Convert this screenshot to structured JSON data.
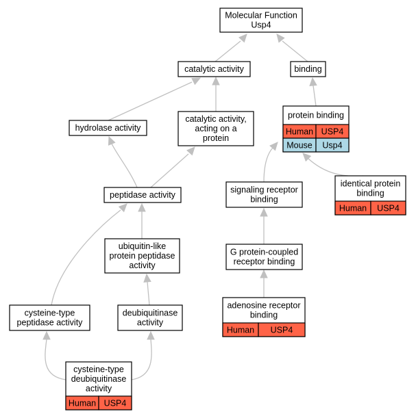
{
  "colors": {
    "human": "#ff6347",
    "mouse": "#add8e6",
    "edge": "#c0c0c0",
    "border": "#000000"
  },
  "nodes": {
    "mf": [
      "Molecular Function",
      "Usp4"
    ],
    "catalytic": [
      "catalytic activity"
    ],
    "binding": [
      "binding"
    ],
    "hydrolase": [
      "hydrolase activity"
    ],
    "catprot": [
      "catalytic activity,",
      "acting on a",
      "protein"
    ],
    "protbind": [
      "protein binding"
    ],
    "peptidase": [
      "peptidase activity"
    ],
    "signaling": [
      "signaling receptor",
      "binding"
    ],
    "identical": [
      "identical protein",
      "binding"
    ],
    "ubiq": [
      "ubiquitin-like",
      "protein peptidase",
      "activity"
    ],
    "gpcr": [
      "G protein-coupled",
      "receptor binding"
    ],
    "cysteine": [
      "cysteine-type",
      "peptidase activity"
    ],
    "deubiq": [
      "deubiquitinase",
      "activity"
    ],
    "adenosine": [
      "adenosine receptor",
      "binding"
    ],
    "cysdeubiq": [
      "cysteine-type",
      "deubiquitinase",
      "activity"
    ]
  },
  "annotations": {
    "protbind": [
      [
        "Human",
        "USP4"
      ],
      [
        "Mouse",
        "Usp4"
      ]
    ],
    "identical": [
      [
        "Human",
        "USP4"
      ]
    ],
    "adenosine": [
      [
        "Human",
        "USP4"
      ]
    ],
    "cysdeubiq": [
      [
        "Human",
        "USP4"
      ]
    ]
  }
}
